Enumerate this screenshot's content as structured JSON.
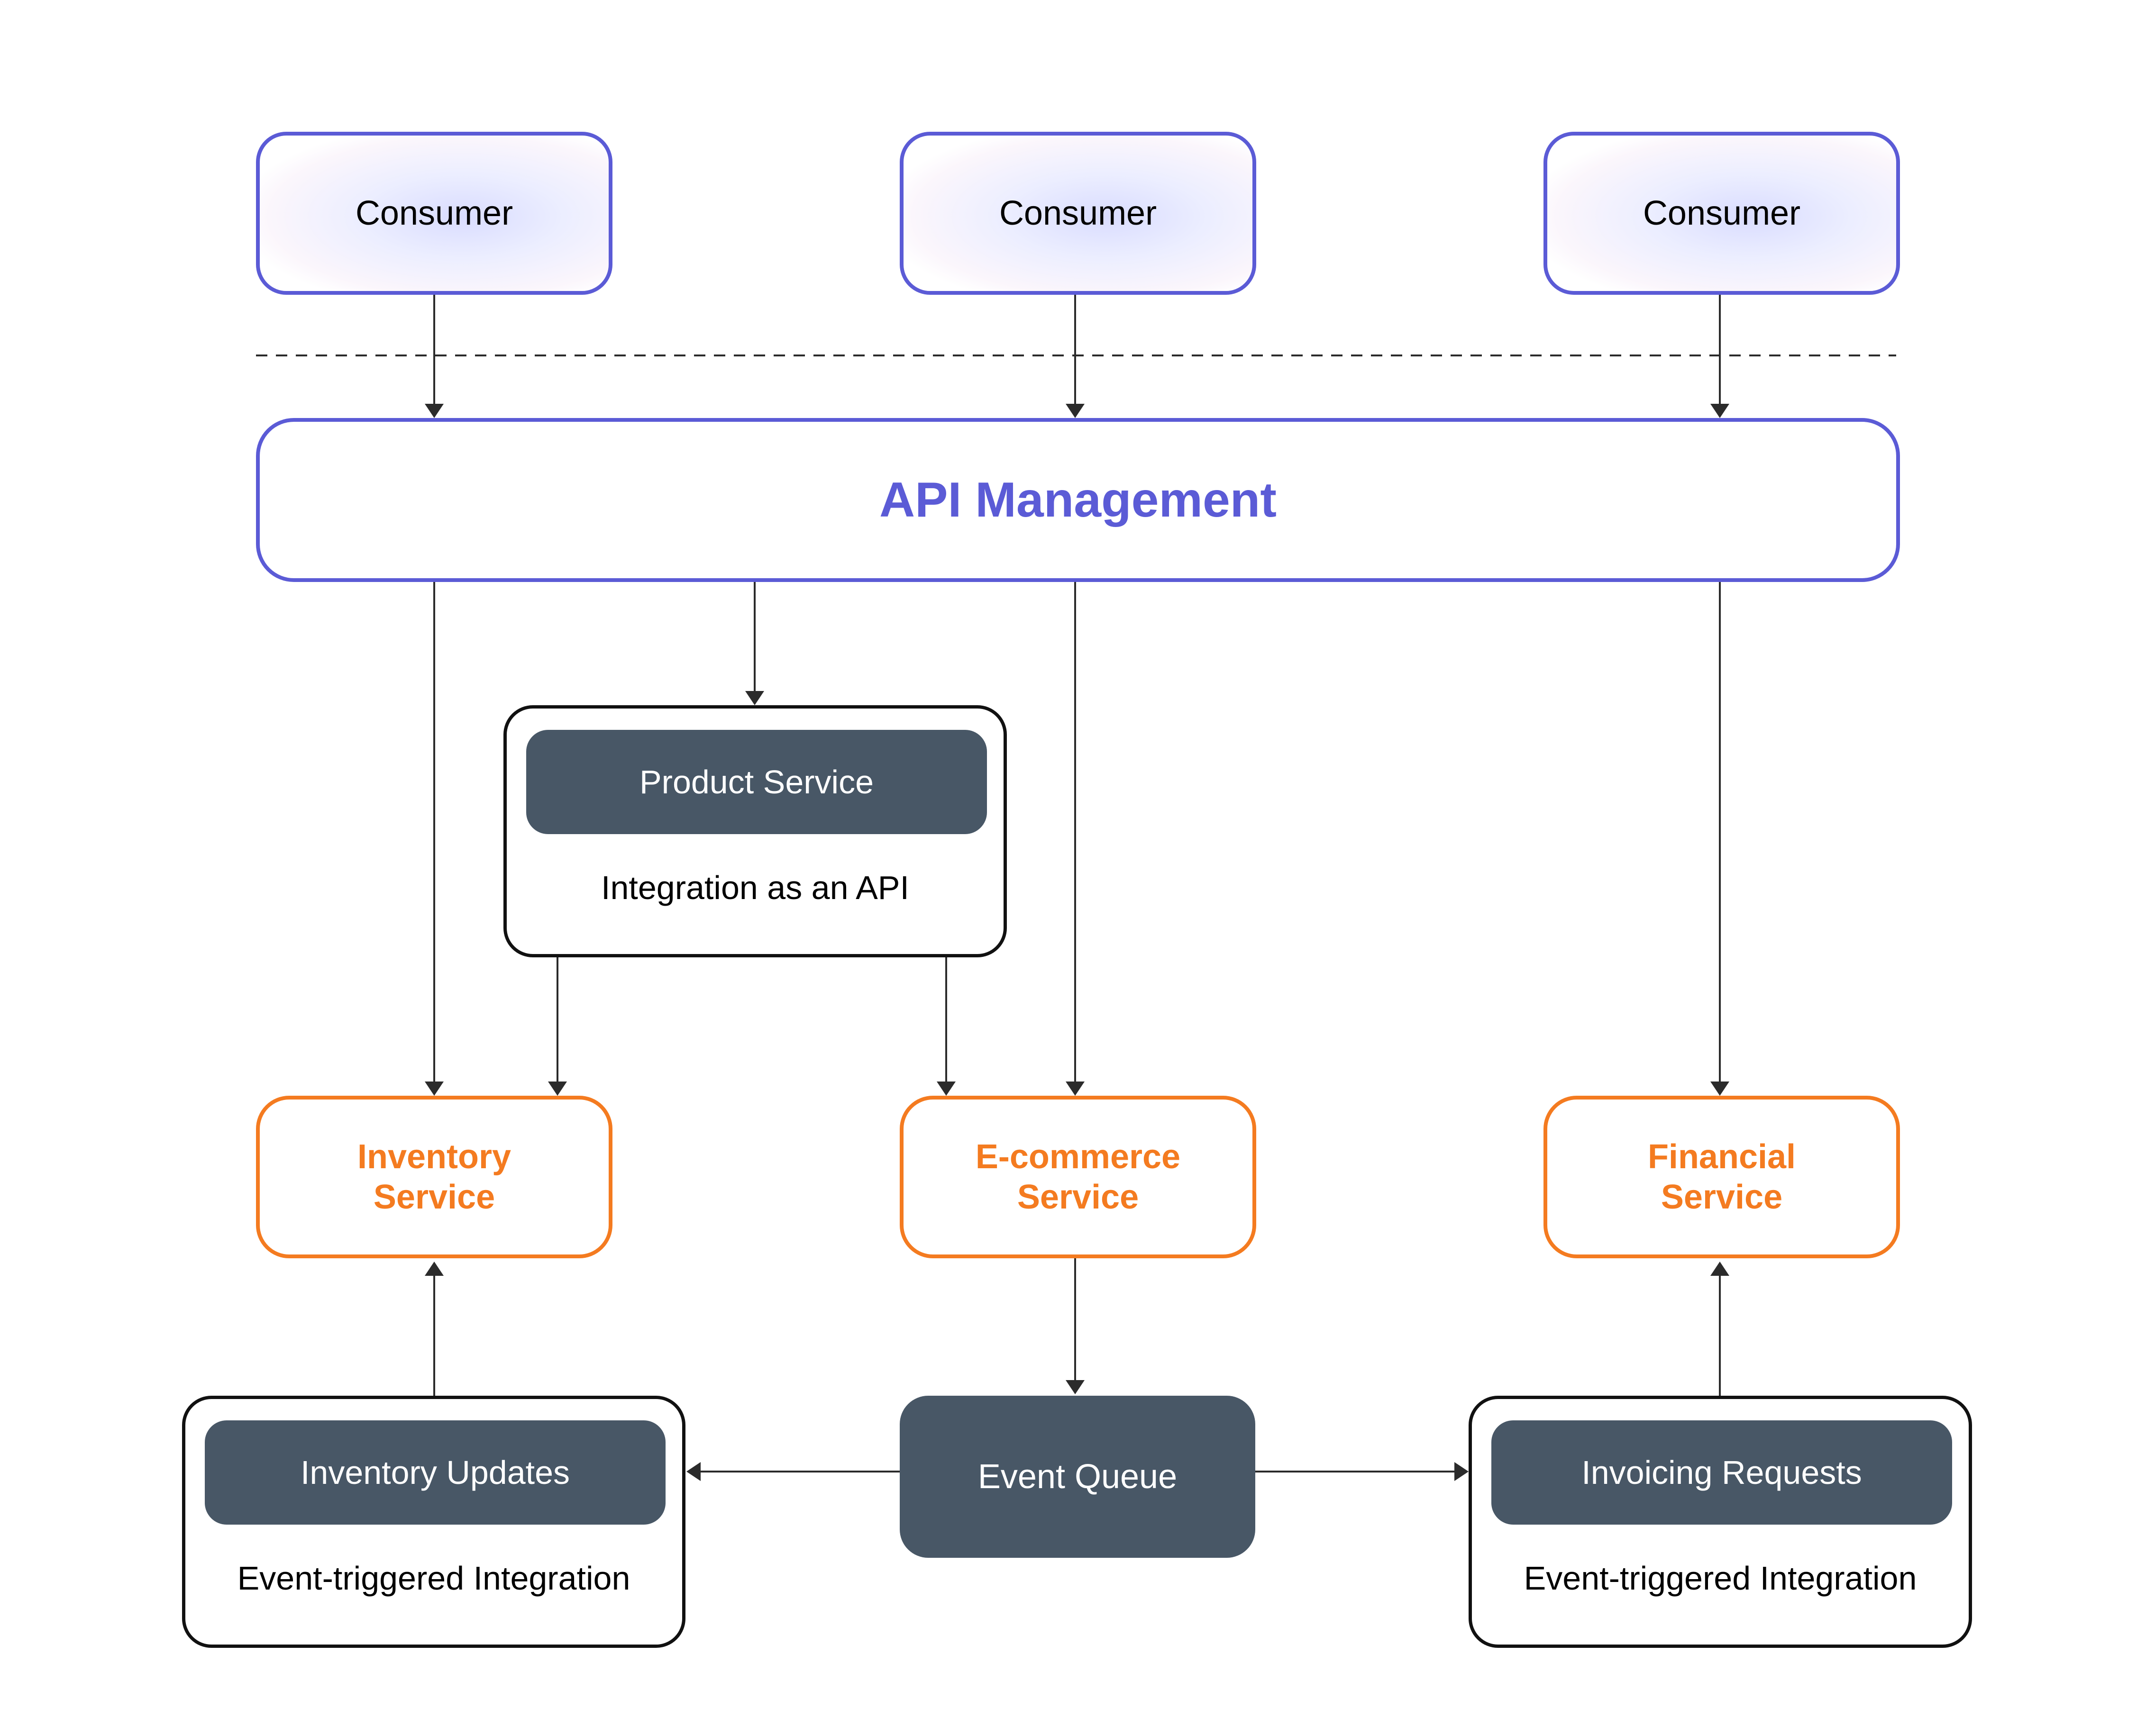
{
  "consumers": [
    {
      "label": "Consumer"
    },
    {
      "label": "Consumer"
    },
    {
      "label": "Consumer"
    }
  ],
  "api_management": {
    "label": "API Management"
  },
  "product_group": {
    "service_label": "Product Service",
    "caption": "Integration as an API"
  },
  "services": {
    "inventory": {
      "line1": "Inventory",
      "line2": "Service"
    },
    "ecommerce": {
      "line1": "E-commerce",
      "line2": "Service"
    },
    "financial": {
      "line1": "Financial",
      "line2": "Service"
    }
  },
  "inventory_group": {
    "service_label": "Inventory Updates",
    "caption": "Event-triggered Integration"
  },
  "event_queue": {
    "label": "Event Queue"
  },
  "invoicing_group": {
    "service_label": "Invoicing Requests",
    "caption": "Event-triggered Integration"
  },
  "colors": {
    "consumer_border": "#5b5bd6",
    "api_text": "#5b5bd6",
    "service_orange": "#f47b20",
    "dark_box": "#485766",
    "connector": "#2b2b2b"
  }
}
